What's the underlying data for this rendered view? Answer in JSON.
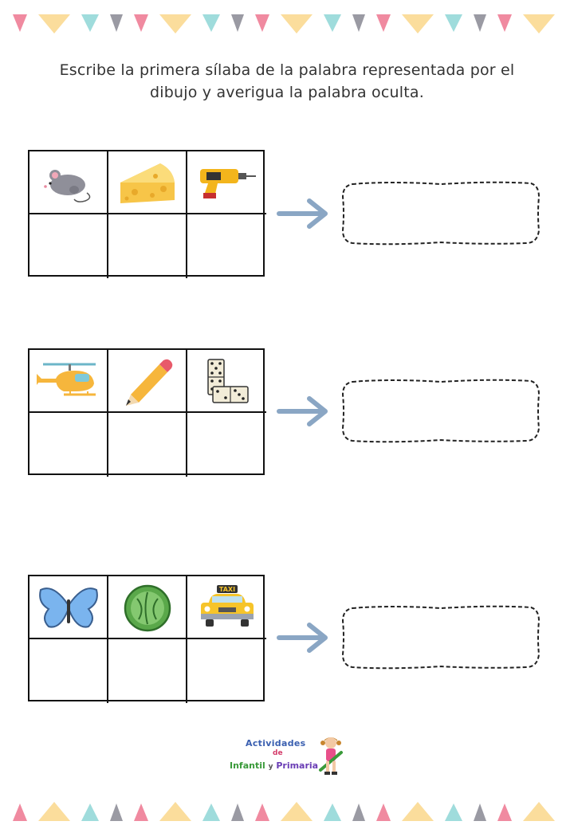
{
  "instructions": {
    "line1": "Escribe la primera sílaba de la palabra representada por el",
    "line2": "dibujo y averigua la palabra oculta."
  },
  "exercises": [
    {
      "pictures": [
        "mouse-icon",
        "cheese-icon",
        "drill-icon"
      ]
    },
    {
      "pictures": [
        "helicopter-icon",
        "pencil-icon",
        "domino-icon"
      ]
    },
    {
      "pictures": [
        "butterfly-icon",
        "lettuce-icon",
        "taxi-icon"
      ]
    }
  ],
  "taxi_sign": "TAXI",
  "logo": {
    "line1": "Actividades",
    "line2": "de",
    "word_infantil": "Infantil",
    "word_y": "y",
    "word_primaria": "Primaria"
  },
  "colors": {
    "pink": "#f08aa0",
    "teal": "#9fdcdc",
    "yellow": "#fbdd9c",
    "gray": "#9a9aa3",
    "arrow": "#8aa6c4"
  }
}
